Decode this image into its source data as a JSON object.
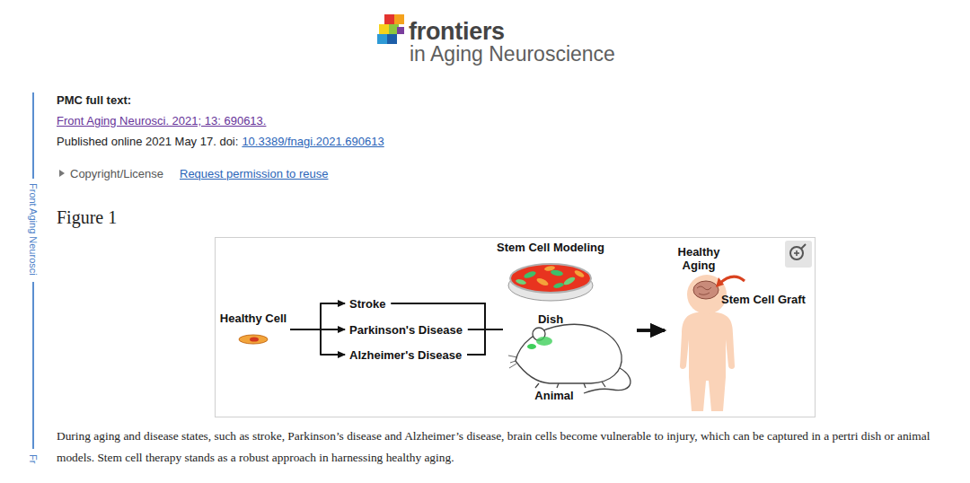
{
  "diagram": {
    "title": "Figure 1",
    "caption": "During aging and disease states, such as stroke, Parkinson’s disease and Alzheimer’s disease, brain cells become vulnerable to injury, which can be captured in a pertri dish or animal models. Stem cell therapy stands as a robust approach in harnessing healthy aging.",
    "nodes": [
      {
        "text": [
          "Healthy Cell"
        ]
      },
      {
        "text": [
          "Stroke"
        ]
      },
      {
        "text": [
          "Parkinson's Disease"
        ]
      },
      {
        "text": [
          "Alzheimer's Disease"
        ]
      },
      {
        "text": [
          "Stem Cell Modeling",
          "Dish"
        ]
      },
      {
        "text": [
          "Animal"
        ]
      },
      {
        "text": [
          "Healthy Aging",
          "Stem Cell Graft"
        ]
      }
    ],
    "edges": [
      {
        "from": 0,
        "to": 1,
        "arrow": "to"
      },
      {
        "from": 0,
        "to": 2,
        "arrow": "to"
      },
      {
        "from": 0,
        "to": 3,
        "arrow": "to"
      },
      {
        "from": 1,
        "to": 4,
        "arrow": "none"
      },
      {
        "from": 1,
        "to": 5,
        "arrow": "none"
      },
      {
        "from": 2,
        "to": 4,
        "arrow": "none"
      },
      {
        "from": 2,
        "to": 5,
        "arrow": "none"
      },
      {
        "from": 3,
        "to": 4,
        "arrow": "none"
      },
      {
        "from": 3,
        "to": 5,
        "arrow": "none"
      },
      {
        "from": 4,
        "to": 6,
        "arrow": "to"
      },
      {
        "from": 5,
        "to": 6,
        "arrow": "to"
      }
    ],
    "labels": [
      "frontiers",
      "in Aging Neuroscience",
      "PMC full text:",
      "Front Aging Neurosci. 2021; 13: 690613.",
      "Published online 2021 May 17. doi:",
      "10.3389/fnagi.2021.690613",
      "Copyright/License",
      "Request permission to reuse",
      "Front Aging Neurosci",
      "Fr"
    ]
  }
}
